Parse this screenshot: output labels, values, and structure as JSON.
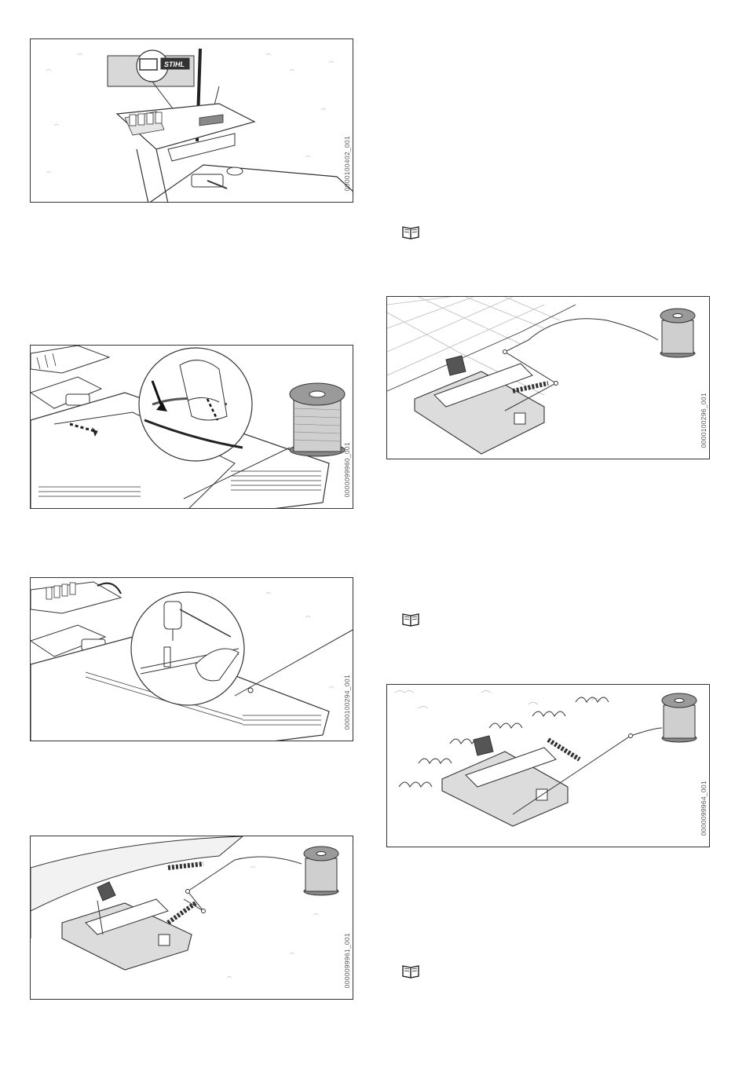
{
  "brand": {
    "logo_text": "STIHL"
  },
  "figures": [
    {
      "id": "fig1",
      "code": "0000100402_001"
    },
    {
      "id": "fig2",
      "code": "0000099960_001"
    },
    {
      "id": "fig3",
      "code": "0000100294_001"
    },
    {
      "id": "fig4",
      "code": "0000099961_001"
    },
    {
      "id": "fig5",
      "code": "0000100296_001"
    },
    {
      "id": "fig6",
      "code": "0000099964_001"
    }
  ],
  "icons": [
    "book-icon",
    "book-icon",
    "book-icon"
  ],
  "colors": {
    "line": "#333333",
    "spool": "#777777",
    "grass": "#bbbbbb"
  }
}
